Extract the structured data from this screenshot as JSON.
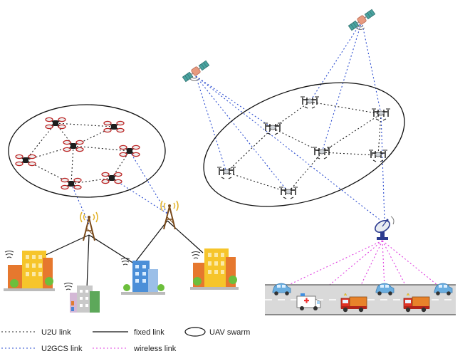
{
  "legend": {
    "u2u": "U2U link",
    "fixed": "fixed link",
    "swarm": "UAV swarm",
    "u2gcs": "U2GCS link",
    "wireless": "wireless link"
  },
  "colors": {
    "u2u": "#222222",
    "u2gcs": "#2b4ccf",
    "wireless": "#e040e0",
    "fixed": "#111111",
    "road": "#d9d9d9",
    "solar_panel": "#4aa3a0"
  },
  "icons": {
    "drone": "quadcopter-drone-icon",
    "satellite": "satellite-icon",
    "tower": "cell-tower-icon",
    "dish": "ground-control-dish-icon",
    "building": "building-icon",
    "car": "car-icon",
    "ambulance": "ambulance-icon",
    "firetruck": "fire-truck-icon"
  }
}
